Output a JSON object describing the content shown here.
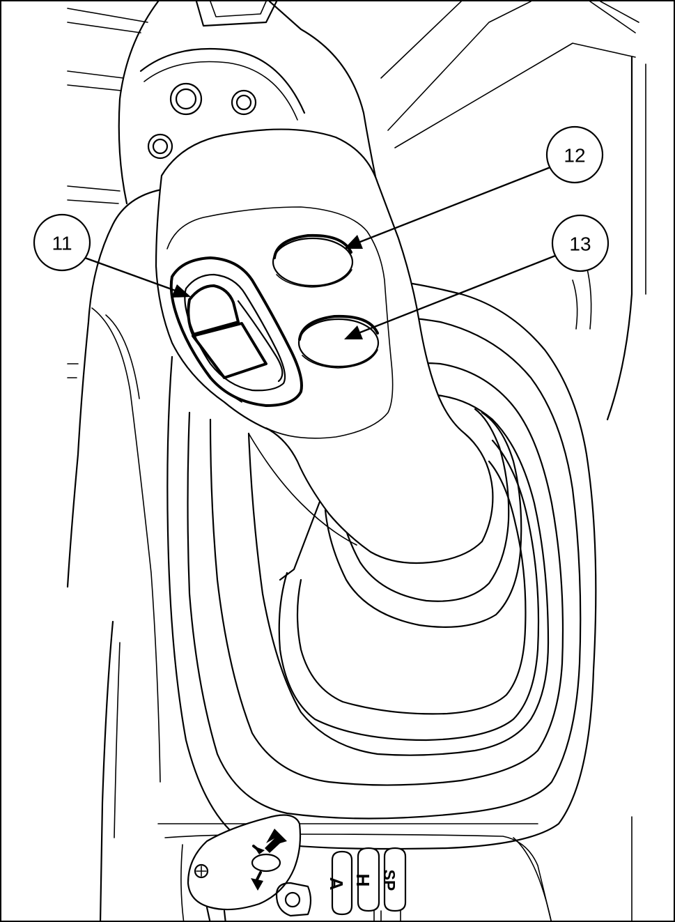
{
  "callouts": [
    {
      "id": "11",
      "label": "11"
    },
    {
      "id": "12",
      "label": "12"
    },
    {
      "id": "13",
      "label": "13"
    }
  ],
  "mode_buttons": [
    {
      "id": "a",
      "label": "A"
    },
    {
      "id": "h",
      "label": "H"
    },
    {
      "id": "sp",
      "label": "SP"
    }
  ],
  "colors": {
    "line": "#000000",
    "background": "#ffffff"
  }
}
